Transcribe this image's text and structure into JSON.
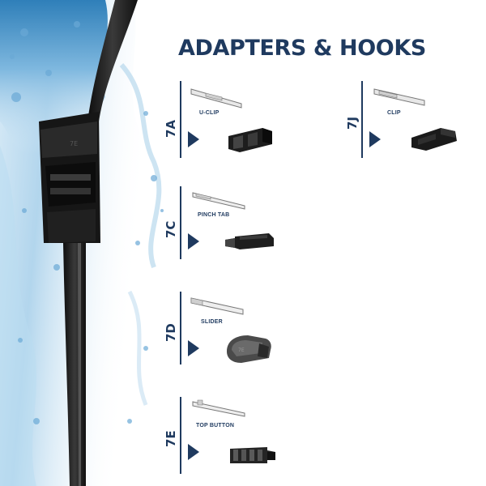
{
  "page": {
    "title": "ADAPTERS & HOOKS"
  },
  "adapters": [
    {
      "code": "7A",
      "name": "U-CLIP"
    },
    {
      "code": "7J",
      "name": "CLIP"
    },
    {
      "code": "7C",
      "name": "PINCH TAB"
    },
    {
      "code": "7D",
      "name": "SLIDER"
    },
    {
      "code": "7E",
      "name": "TOP BUTTON"
    }
  ],
  "colors": {
    "accent": "#1f3a5f",
    "water": "#2f7fb9",
    "rubber": "#1b1b1b"
  },
  "icons": [
    "wiper-arm-icon",
    "connector-icon",
    "arrow-right-icon"
  ]
}
